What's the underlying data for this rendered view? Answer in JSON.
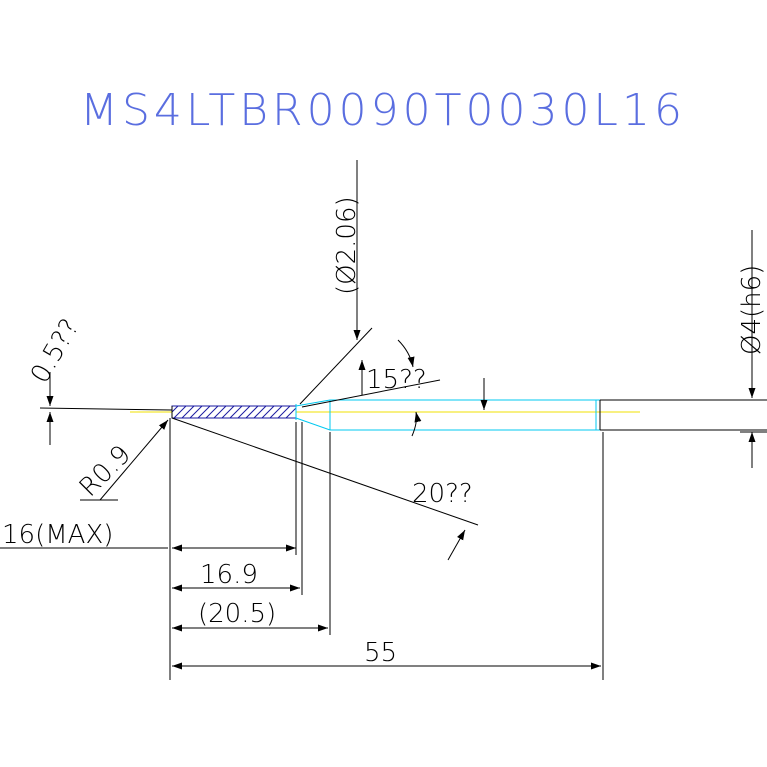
{
  "title": "MS4LTBR0090T0030L16",
  "dimensions": {
    "dia_206": "(Ø2.06)",
    "dia_4h6": "Ø4(h6)",
    "chamfer": "0.5??",
    "angle_15": "15??",
    "radius": "R0.9",
    "angle_20": "20??",
    "max_16": "16(MAX)",
    "len_169": "16.9",
    "len_205": "(20.5)",
    "len_55": "55"
  },
  "colors": {
    "title": "#5a6ee0",
    "outline": "#00c8f0",
    "centerline": "#f0e000",
    "hatch": "#1a1aa0",
    "dimension": "#000000"
  }
}
